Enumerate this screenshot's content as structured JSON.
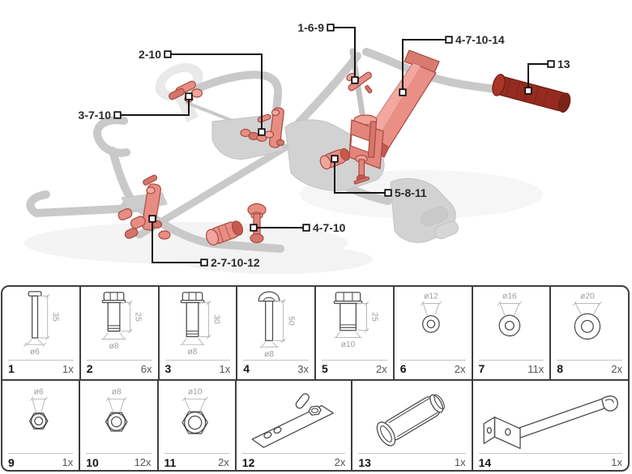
{
  "colors": {
    "highlight_red": "#e78d83",
    "highlight_dark_red": "#952b20",
    "frame_gray": "#c9c9c9",
    "callout_black": "#1a1a1a",
    "table_border": "#3f3f3f"
  },
  "diagram": {
    "callouts": [
      {
        "label": "1-6-9"
      },
      {
        "label": "2-10"
      },
      {
        "label": "3-7-10"
      },
      {
        "label": "4-7-10-14"
      },
      {
        "label": "13"
      },
      {
        "label": "5-8-11"
      },
      {
        "label": "4-7-10"
      },
      {
        "label": "2-7-10-12"
      }
    ]
  },
  "parts": [
    {
      "num": "1",
      "qty": "1x",
      "type": "pin-bolt",
      "dims": {
        "len": "35",
        "dia": "ø6"
      }
    },
    {
      "num": "2",
      "qty": "6x",
      "type": "hex-bolt",
      "dims": {
        "len": "25",
        "dia": "ø8"
      }
    },
    {
      "num": "3",
      "qty": "1x",
      "type": "hex-bolt",
      "dims": {
        "len": "30",
        "dia": "ø8"
      }
    },
    {
      "num": "4",
      "qty": "3x",
      "type": "dome-bolt",
      "dims": {
        "len": "50",
        "dia": "ø8"
      }
    },
    {
      "num": "5",
      "qty": "2x",
      "type": "hex-bolt",
      "dims": {
        "len": "25",
        "dia": "ø10"
      }
    },
    {
      "num": "6",
      "qty": "2x",
      "type": "washer",
      "dims": {
        "dia": "ø12"
      }
    },
    {
      "num": "7",
      "qty": "11x",
      "type": "washer",
      "dims": {
        "dia": "ø16"
      }
    },
    {
      "num": "8",
      "qty": "2x",
      "type": "washer",
      "dims": {
        "dia": "ø20"
      }
    },
    {
      "num": "9",
      "qty": "1x",
      "type": "hex-nut",
      "dims": {
        "dia": "ø6"
      }
    },
    {
      "num": "10",
      "qty": "12x",
      "type": "hex-nut",
      "dims": {
        "dia": "ø8"
      }
    },
    {
      "num": "11",
      "qty": "2x",
      "type": "hex-nut",
      "dims": {
        "dia": "ø10"
      }
    },
    {
      "num": "12",
      "qty": "2x",
      "type": "lever-plate"
    },
    {
      "num": "13",
      "qty": "1x",
      "type": "grip-handle"
    },
    {
      "num": "14",
      "qty": "1x",
      "type": "crank-lever"
    }
  ]
}
